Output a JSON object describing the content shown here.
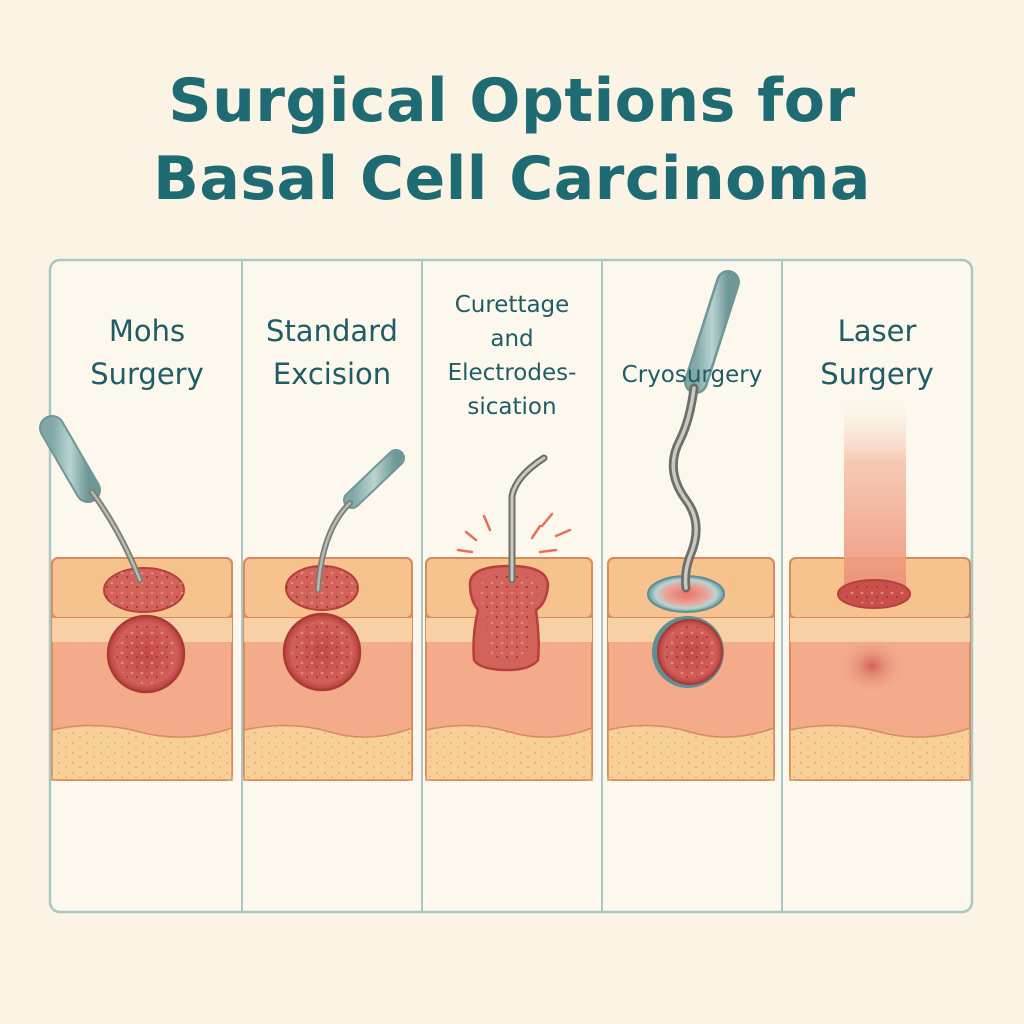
{
  "title": {
    "line1": "Surgical Options for",
    "line2": "Basal Cell Carcinoma"
  },
  "panels": [
    {
      "line1": "Mohs",
      "line2": "Surgery",
      "instrument": "scalpel-icon"
    },
    {
      "line1": "Standard",
      "line2": "Excision",
      "instrument": "scalpel-icon"
    },
    {
      "line1": "Curettage",
      "line2": "and",
      "line3": "Electrodes-",
      "line4": "sication",
      "instrument": "electrode-icon"
    },
    {
      "line1": "Cryosurgery",
      "instrument": "cryoprobe-icon"
    },
    {
      "line1": "Laser",
      "line2": "Surgery",
      "instrument": "laser-beam-icon"
    }
  ],
  "colors": {
    "background": "#fbf3e3",
    "title": "#1f6b73",
    "panel_border": "#a9c8c3",
    "epidermis": "#f6c38e",
    "dermis": "#f3ab8a",
    "subcutis": "#f7cf97",
    "tumor": "#c9504a",
    "instrument": "#8ab2b0",
    "laser": "#f09a80"
  }
}
